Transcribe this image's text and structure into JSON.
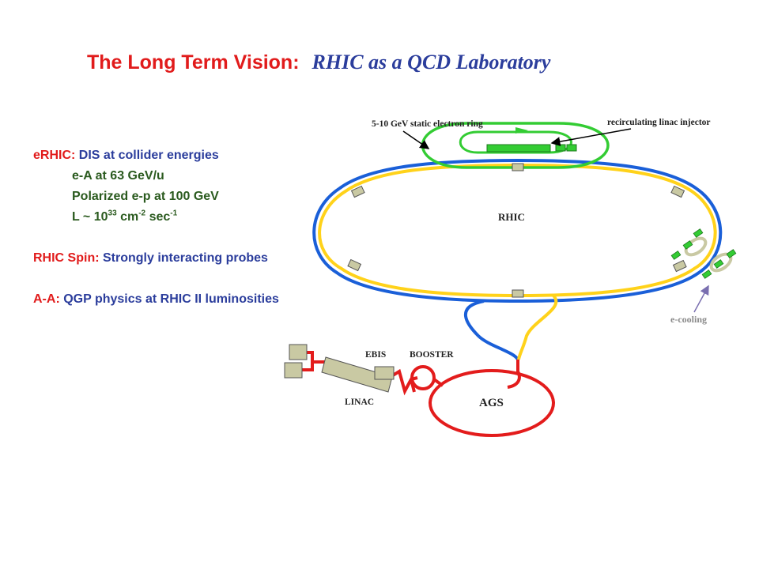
{
  "title": {
    "main": "The Long Term Vision:",
    "sub": "RHIC as a QCD Laboratory"
  },
  "bullets": {
    "erhic": {
      "label": "eRHIC:",
      "text": "DIS at collider energies",
      "sub1": "e-A at 63 GeV/u",
      "sub2": "Polarized e-p at 100 GeV",
      "lum_base": "L ~ 10",
      "lum_exp1": "33",
      "lum_unit1": " cm",
      "lum_exp2": "-2",
      "lum_unit2": " sec",
      "lum_exp3": "-1"
    },
    "spin": {
      "label": "RHIC Spin:",
      "text": "Strongly interacting probes"
    },
    "aa": {
      "label": "A-A:",
      "text": "QGP physics at RHIC II luminosities"
    }
  },
  "diagram": {
    "electron_ring": "5-10 GeV static electron ring",
    "linac_injector": "recirculating linac injector",
    "rhic": "RHIC",
    "ecooling": "e-cooling",
    "ebis": "EBIS",
    "booster": "BOOSTER",
    "linac": "LINAC",
    "ags": "AGS",
    "colors": {
      "blue_ring": "#1a5fd8",
      "yellow_ring": "#ffd21a",
      "red_line": "#e31c1c",
      "green_ring": "#33cc33",
      "magnet": "#c9c9a3"
    }
  }
}
